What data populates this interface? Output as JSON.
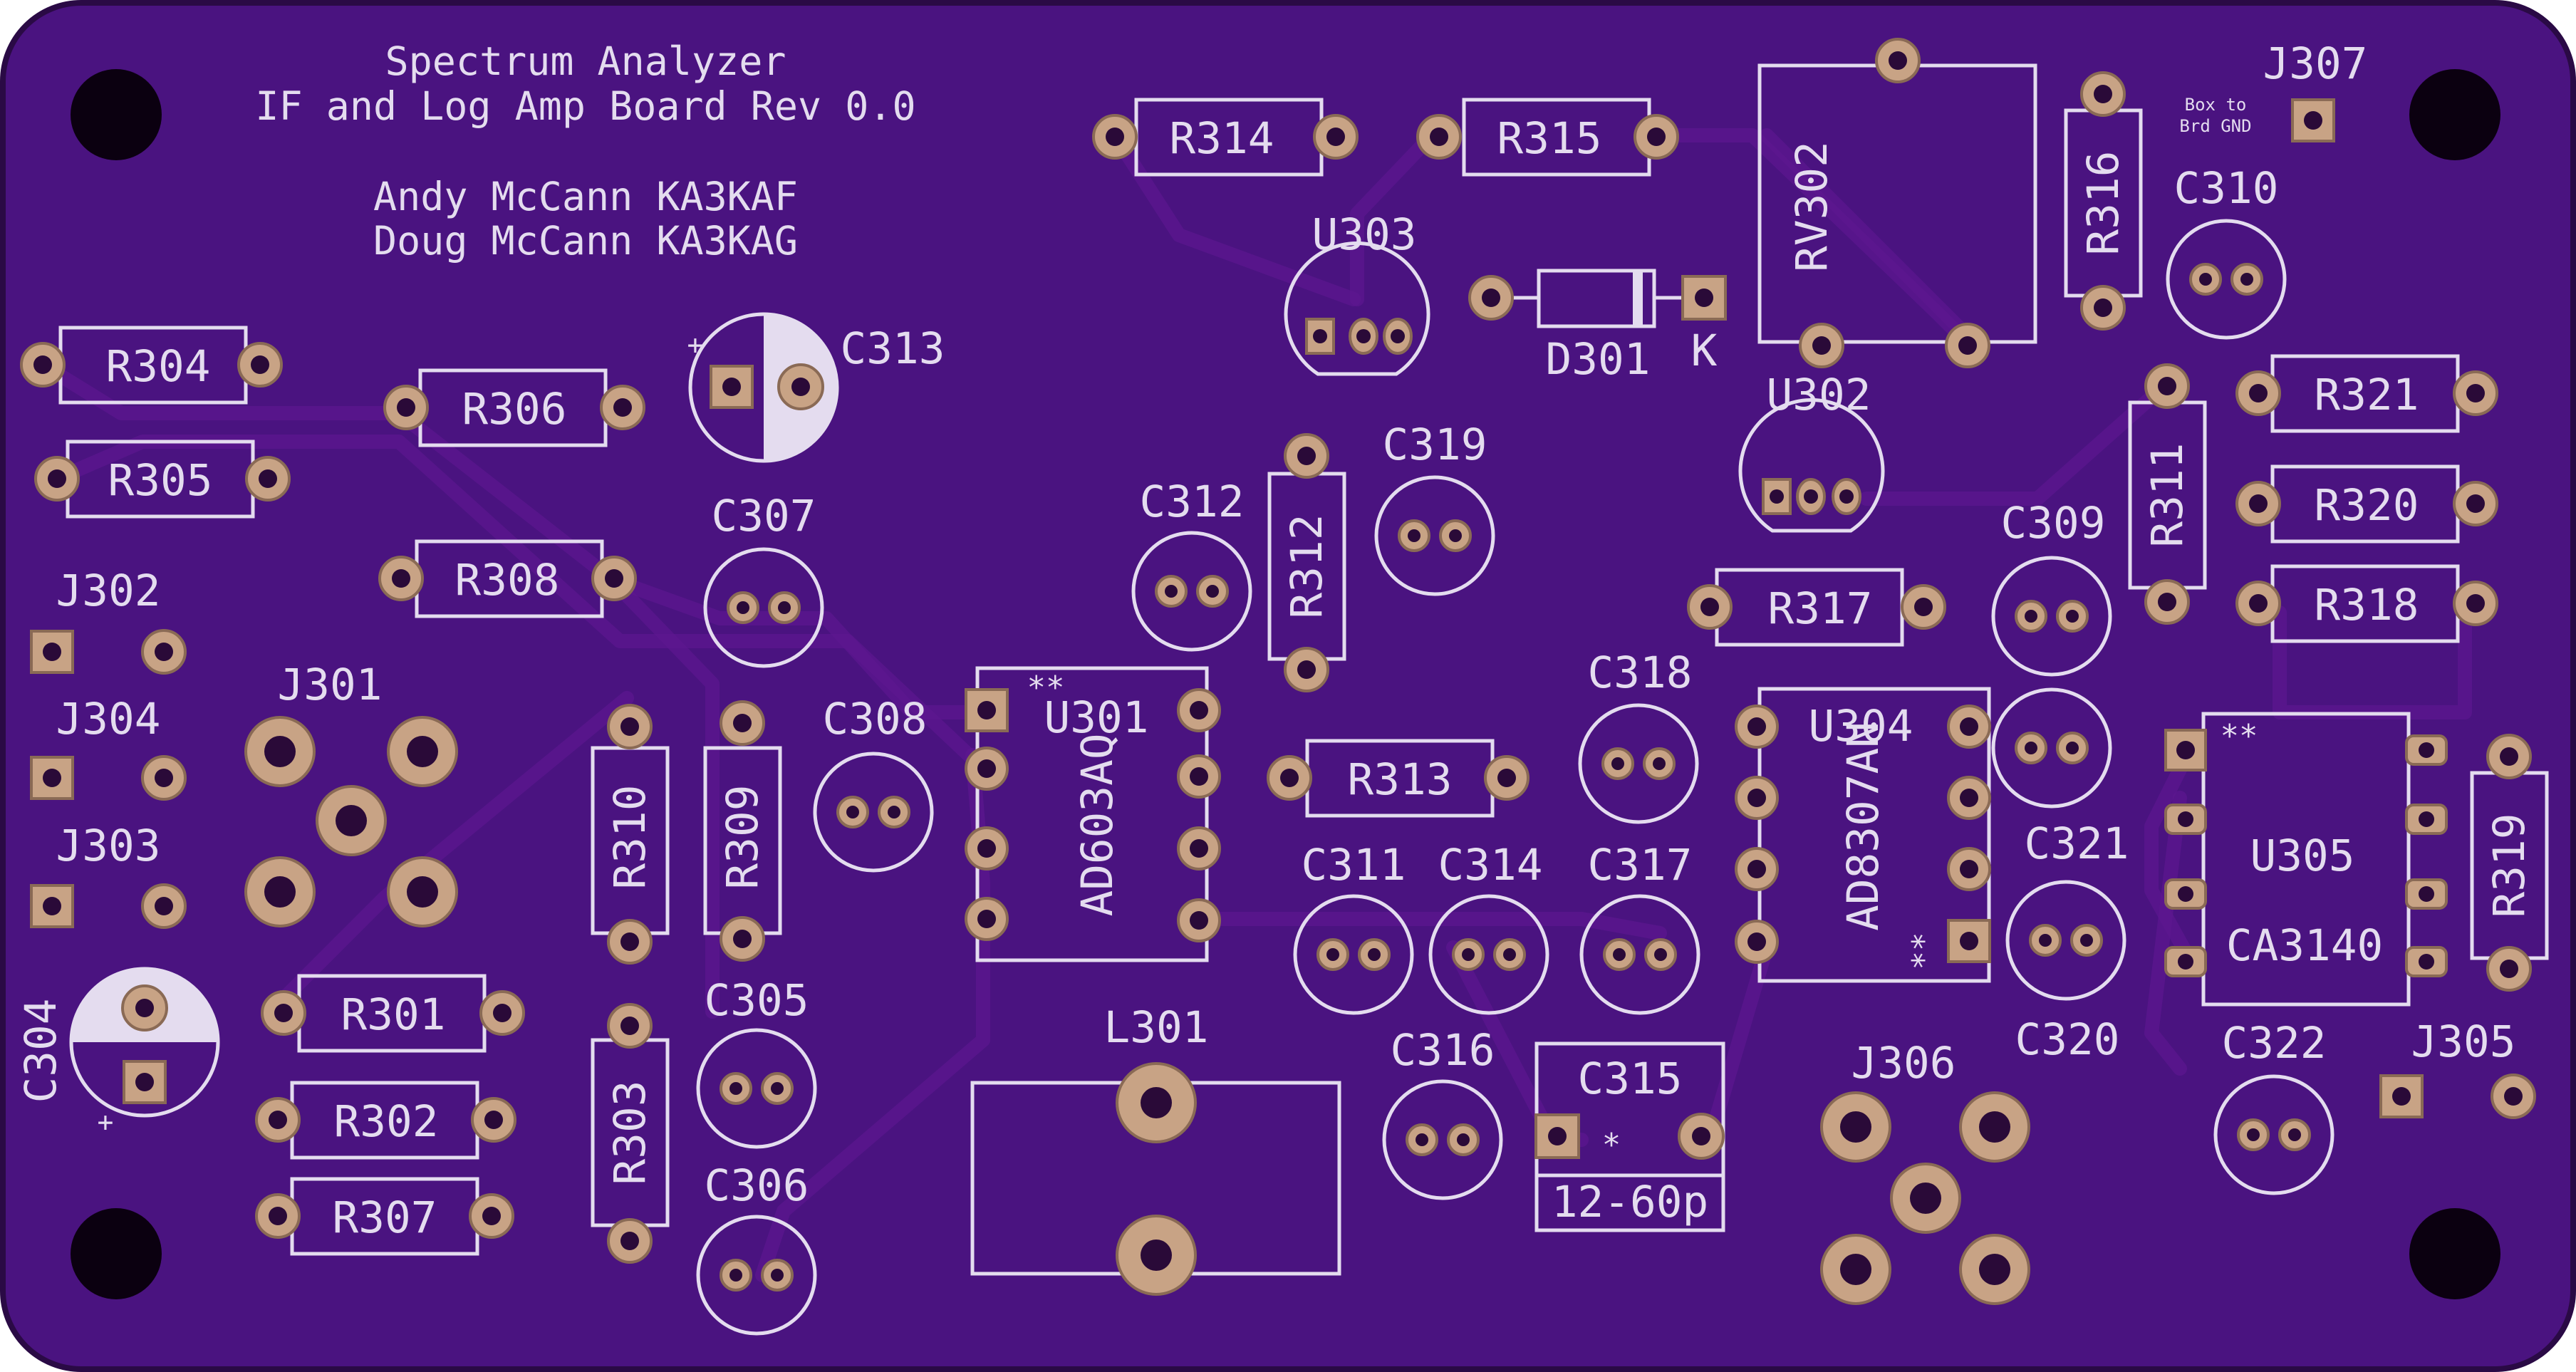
{
  "header": {
    "title": "Spectrum Analyzer",
    "subtitle": "IF and Log Amp Board Rev 0.0",
    "author1": "Andy McCann KA3KAF",
    "author2": "Doug McCann KA3KAG"
  },
  "colors": {
    "board": "#4a1380",
    "board_edge": "#2a0a45",
    "silkscreen": "#e4dcef",
    "pad_copper": "#c8a385",
    "trace": "#5c178f"
  },
  "resistors": {
    "R301": "R301",
    "R302": "R302",
    "R303": "R303",
    "R304": "R304",
    "R305": "R305",
    "R306": "R306",
    "R307": "R307",
    "R308": "R308",
    "R309": "R309",
    "R310": "R310",
    "R311": "R311",
    "R312": "R312",
    "R313": "R313",
    "R314": "R314",
    "R315": "R315",
    "R316": "R316",
    "R317": "R317",
    "R318": "R318",
    "R319": "R319",
    "R320": "R320",
    "R321": "R321"
  },
  "capacitors": {
    "C304": "C304",
    "C305": "C305",
    "C306": "C306",
    "C307": "C307",
    "C308": "C308",
    "C309": "C309",
    "C310": "C310",
    "C311": "C311",
    "C312": "C312",
    "C313": "C313",
    "C314": "C314",
    "C315": "C315",
    "C316": "C316",
    "C317": "C317",
    "C318": "C318",
    "C319": "C319",
    "C320": "C320",
    "C321": "C321",
    "C322": "C322"
  },
  "trimmer_value": "12-60p",
  "trimmer_mark": "*",
  "connectors": {
    "J301": "J301",
    "J302": "J302",
    "J303": "J303",
    "J304": "J304",
    "J305": "J305",
    "J306": "J306",
    "J307": "J307",
    "j307_note_line1": "Box to",
    "j307_note_line2": "Brd GND"
  },
  "ics": {
    "U301": "U301",
    "U301_part": "AD603AQ",
    "U302": "U302",
    "U303": "U303",
    "U304": "U304",
    "U304_part": "AD8307AN",
    "U305": "U305",
    "U305_part": "CA3140",
    "pin1_mark": "**"
  },
  "misc": {
    "L301": "L301",
    "D301": "D301",
    "D301_cathode": "K",
    "RV302": "RV302",
    "plus": "+"
  }
}
